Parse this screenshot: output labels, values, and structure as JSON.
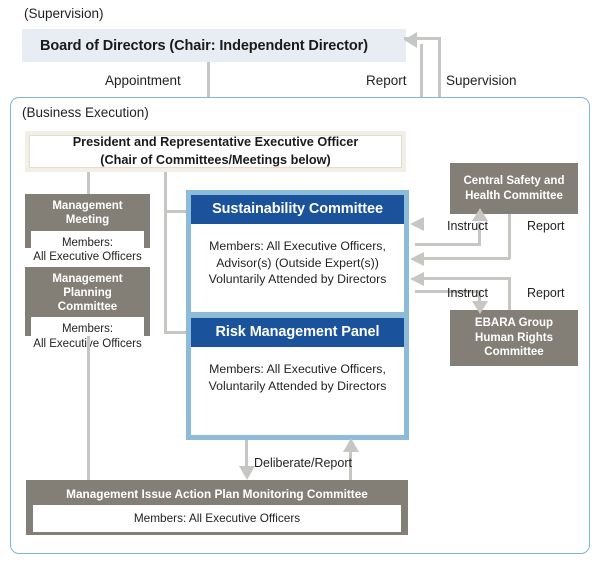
{
  "diagram": {
    "supervision_label": "(Supervision)",
    "business_execution_label": "(Business Execution)",
    "board": {
      "title": "Board of Directors (Chair: Independent Director)"
    },
    "president": {
      "line1": "President and Representative Executive Officer",
      "line2": "(Chair of Committees/Meetings below)"
    },
    "edge_labels": {
      "appointment": "Appointment",
      "report_top": "Report",
      "supervision": "Supervision",
      "instruct_1": "Instruct",
      "report_1": "Report",
      "instruct_2": "Instruct",
      "report_2": "Report",
      "deliberate_report": "Deliberate/Report"
    },
    "left_boxes": [
      {
        "title": "Management Meeting",
        "body": "Members:\nAll Executive Officers",
        "body_lines": [
          "Members:",
          "All Executive Officers"
        ]
      },
      {
        "title": "Management Planning Committee",
        "title_lines": [
          "Management Planning",
          "Committee"
        ],
        "body_lines": [
          "Members:",
          "All Executive Officers"
        ]
      }
    ],
    "blue_panels": [
      {
        "header": "Sustainability Committee",
        "body_lines": [
          "Members: All Executive Officers,",
          "Advisor(s) (Outside Expert(s))",
          "Voluntarily Attended by Directors"
        ]
      },
      {
        "header": "Risk Management Panel",
        "body_lines": [
          "Members: All Executive Officers,",
          "Voluntarily Attended by Directors"
        ]
      }
    ],
    "right_boxes": [
      {
        "lines": [
          "Central Safety and",
          "Health Committee"
        ]
      },
      {
        "lines": [
          "EBARA Group",
          "Human Rights",
          "Committee"
        ]
      }
    ],
    "bottom_box": {
      "title": "Management Issue Action Plan Monitoring Committee",
      "body": "Members: All Executive Officers"
    },
    "colors": {
      "board_bg": "#e8edf3",
      "blue_header": "#1a529b",
      "blue_border": "#8cbcd9",
      "gray_box": "#837f76",
      "connector": "#c6c6c2",
      "container_border": "#7fb5d5"
    }
  }
}
